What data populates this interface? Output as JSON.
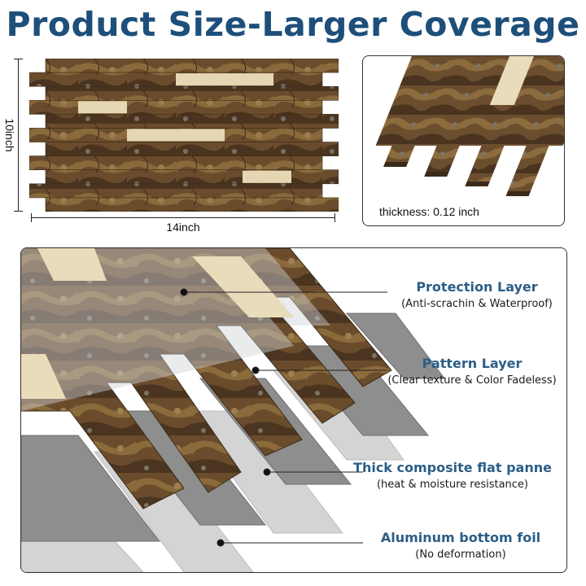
{
  "title": "Product Size-Larger Coverage",
  "dimensions": {
    "height_label": "10inch",
    "width_label": "14inch"
  },
  "thickness": {
    "label": "thickness: 0.12 inch"
  },
  "layers": [
    {
      "name": "Protection Layer",
      "description": "(Anti-scrachin & Waterproof)"
    },
    {
      "name": "Pattern Layer",
      "description": "(Clear texture & Color Fadeless)"
    },
    {
      "name": "Thick composite flat panne",
      "description": "(heat & moisture resistance)"
    },
    {
      "name": "Aluminum bottom foil",
      "description": "(No deformation)"
    }
  ],
  "colors": {
    "title": "#1d4f7a",
    "layer_heading": "#2c5e86",
    "stone_dark": "#5a4228",
    "stone_mid": "#7a5a34",
    "stone_light": "#a07a48",
    "accent_tile": "#e6d7b4",
    "panel_gray": "#8f8f8f",
    "foil_gray": "#c9c9c9"
  }
}
